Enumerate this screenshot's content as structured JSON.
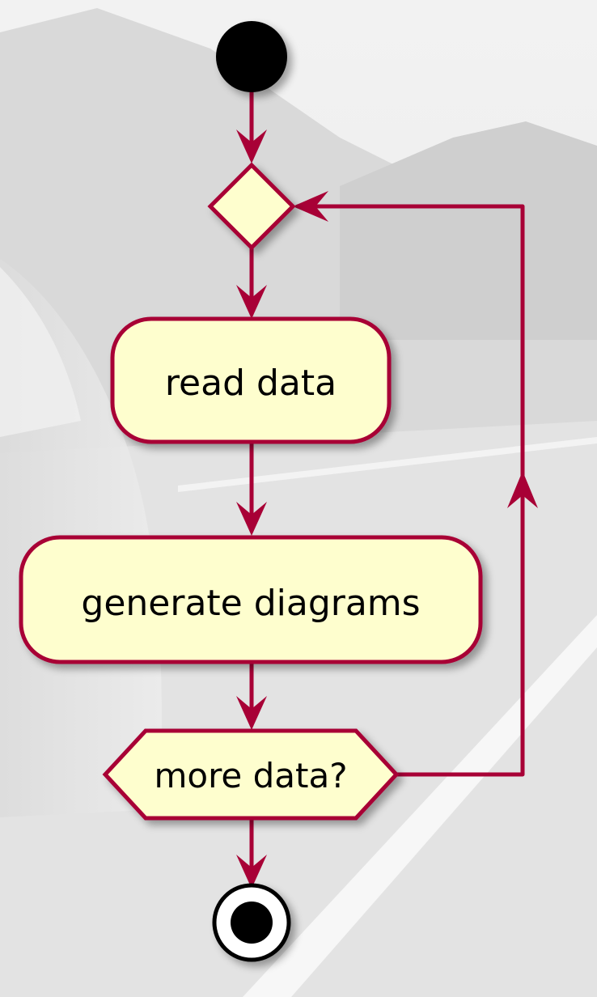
{
  "diagram": {
    "type": "activity",
    "nodes": {
      "start": "start",
      "loop_merge": "merge",
      "action_read": "read data",
      "action_generate": "generate diagrams",
      "decision_more": "more data?",
      "end": "stop"
    },
    "edges": [
      [
        "start",
        "loop_merge"
      ],
      [
        "loop_merge",
        "action_read"
      ],
      [
        "action_read",
        "action_generate"
      ],
      [
        "action_generate",
        "decision_more"
      ],
      [
        "decision_more",
        "end"
      ],
      [
        "decision_more",
        "loop_merge"
      ]
    ]
  },
  "colors": {
    "node_fill": "#fefece",
    "node_border": "#a80036",
    "arrow": "#a80036",
    "start_fill": "#000000",
    "end_fill": "#000000",
    "end_ring": "#ffffff"
  }
}
